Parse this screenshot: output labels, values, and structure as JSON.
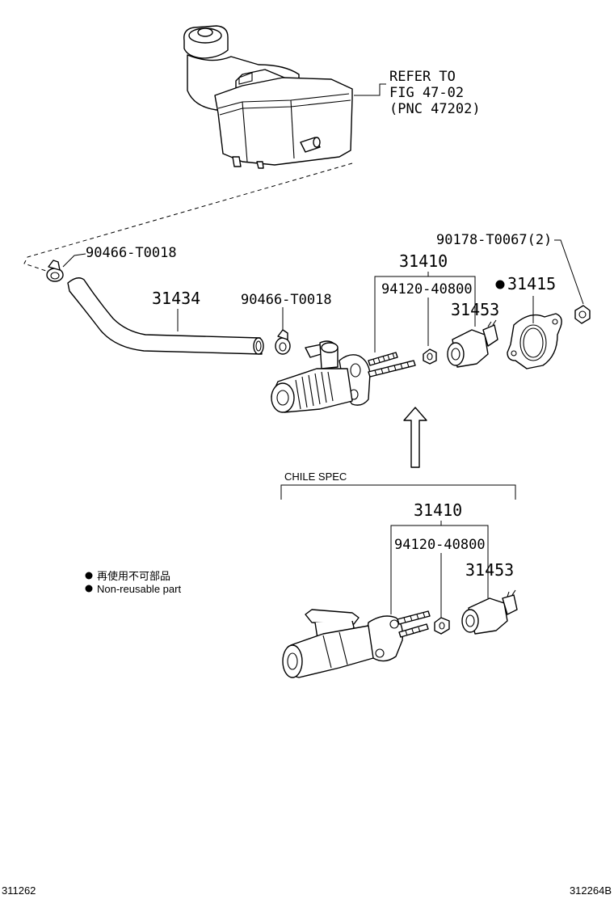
{
  "reference": {
    "line1": "REFER TO",
    "line2": "FIG 47-02",
    "line3": "(PNC 47202)"
  },
  "labels": {
    "clamp_upper": "90466-T0018",
    "hose": "31434",
    "clamp_lower": "90466-T0018",
    "master_cylinder": "31410",
    "nut": "94120-40800",
    "gasket_bolt": "90178-T0067(2)",
    "gasket": "31415",
    "boot": "31453"
  },
  "chile_spec": {
    "title": "CHILE SPEC",
    "master_cylinder": "31410",
    "nut": "94120-40800",
    "boot": "31453"
  },
  "legend": {
    "japanese": "再使用不可部品",
    "english": "Non-reusable part"
  },
  "footer": {
    "left": "311262",
    "right": "312264B"
  }
}
